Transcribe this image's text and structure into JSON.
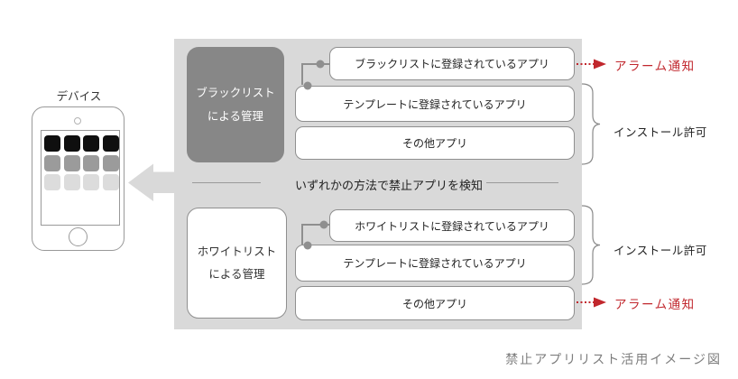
{
  "caption": "禁止アプリリスト活用イメージ図",
  "device": {
    "label": "デバイス"
  },
  "detection": {
    "label": "いずれかの方法で禁止アプリを検知"
  },
  "blacklist": {
    "manager_line1": "ブラックリスト",
    "manager_line2": "による管理",
    "boxes": [
      "ブラックリストに登録されているアプリ",
      "テンプレートに登録されているアプリ",
      "その他アプリ"
    ],
    "alarm": "アラーム通知",
    "install": "インストール許可"
  },
  "whitelist": {
    "manager_line1": "ホワイトリスト",
    "manager_line2": "による管理",
    "boxes": [
      "ホワイトリストに登録されているアプリ",
      "テンプレートに登録されているアプリ",
      "その他アプリ"
    ],
    "alarm": "アラーム通知",
    "install": "インストール許可"
  },
  "colors": {
    "panel_bg": "#d9d9d9",
    "dark_box_bg": "#878787",
    "box_border": "#8f8f8f",
    "connector_gray": "#8f8f8f",
    "alarm_red": "#c1272d",
    "caption_gray": "#7d7d7d"
  }
}
